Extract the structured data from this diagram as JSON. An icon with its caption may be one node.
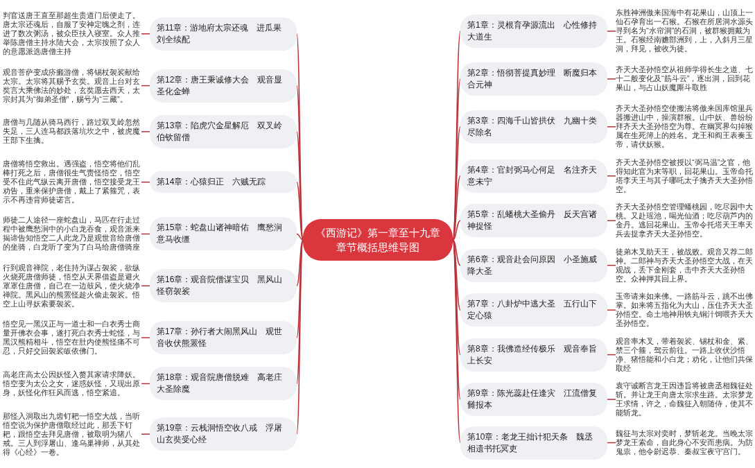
{
  "diagram": {
    "nodes": [
      {
        "text": [
          "《西游记》第一章至十九章章节概括思维导图"
        ]
      },
      {
        "text": [
          "第1章：灵根育孕源流出　心性修持大道生"
        ]
      },
      {
        "text": [
          "东胜神洲傲来国海中有花果山，山顶上一仙石孕育出一石猴。石猴在所居洞水源头寻到名为“水帘洞”的石洞，被群猴拥戴为王。石猴经南赡部洲到，上，入斜月三星洞，拜见，被收为徒。"
        ]
      },
      {
        "text": [
          "第2章：悟彻菩提真妙理　断魔归本合元神"
        ]
      },
      {
        "text": [
          "齐天大圣孙悟空从祖师学得长生之道、七十二般变化及“筋斗云”，逐出洞，回到花果山，与占山妖魔厮斗取胜"
        ]
      },
      {
        "text": [
          "第3章：四海千山皆拱伏　九幽十类尽除名"
        ]
      },
      {
        "text": [
          "齐天大圣孙悟空使搬法将傲来国库馆里兵器搬进山中，操演群猴。山中妖、兽纷纷拜齐天大圣孙悟空为尊。在幽冥界勾掉猴属在生死簿上的姓名。龙王和阎王表奏玉帝，请伏妖猴。"
        ]
      },
      {
        "text": [
          "第4章：官封弼马心何足　名注齐天意未宁"
        ]
      },
      {
        "text": [
          "齐天大圣孙悟空被授以“弼马温”之官，他得知此官为末等职，回花果山。玉帝命托塔李天王与其子哪吒太子擒齐天大圣孙悟空。"
        ]
      },
      {
        "text": [
          "第5章：乱蟠桃大圣偷丹　反天宫诸神捉怪"
        ]
      },
      {
        "text": [
          "齐天大圣孙悟空管理蟠桃园，吃尽园中大桃。又赴瑶池，喝光仙酒；吃尽葫芦内的金丹。逃回花果山。玉帝令托塔天王率天兵去捉拿齐天大圣孙悟空。"
        ]
      },
      {
        "text": [
          "第6章：观音赴会问原因　小圣施威降大圣"
        ]
      },
      {
        "text": [
          "徒弟木叉助天王，被战败。观音又荐二郎神。二郎神与齐天大圣孙悟空大战，在天观战，丢下金刚套，击中齐天大圣孙悟空。众神押其回上界。"
        ]
      },
      {
        "text": [
          "第7章：八卦炉中逃大圣　五行山下定心猿"
        ]
      },
      {
        "text": [
          "玉帝请来如来佛。一路筋斗云，跳不出佛掌。如来将五指化为大山，压住齐天大圣孙悟空。命土地神用铁丸铜汁饲喂齐天大圣孙悟空。"
        ]
      },
      {
        "text": [
          "第8章：我佛造经传极乐　观音奉旨上长安"
        ]
      },
      {
        "text": [
          "观音率木叉，带着袈裟、锡杖和金、紧、禁三个箍，驾云前往。一路上收伏沙悟净、猪悟能和小白龙；劝化，让他们共保取经"
        ]
      },
      {
        "text": [
          "第9章：陈光蕊赴任逢灾　江流僧复雠报本"
        ]
      },
      {
        "text": [
          "袁守诚断言龙王因违旨将被唐丞相魏征处斩。并让龙王向唐太宗求生路。太宗梦龙王求情，许之，命魏征入朝随侍，使其不能斩龙。"
        ]
      },
      {
        "text": [
          "第10章：老龙王拙计犯天条　魏丞相遗书托冥吏"
        ]
      },
      {
        "text": [
          "魏征与太宗对奕时，梦斩老龙。当晚太宗梦龙王索命，自此身心不安而患病。为防鬼祟，他令尉迟恭、秦叔宝夜守宫门。"
        ]
      },
      {
        "text": [
          "第11章：游地府太宗还魂　进瓜果刘全续配"
        ]
      },
      {
        "text": [
          "判官送唐王直至那超生贵道门后便走了。唐太宗还魂后，自服了安神定魄之剂，连进了数次粥汤，被众臣扶入寝室。众人推举陈唐僧主持水陆大会，太宗按照了众人的意愿派选唐僧主持"
        ]
      },
      {
        "text": [
          "第12章：唐王秉诚修大会　观音显圣化金蝉"
        ]
      },
      {
        "text": [
          "观音菩萨变成疥癞游僧，将锡杖袈裟献给太宗。太宗将其赐予玄奘。观音上台对玄奘言大乘佛法的妙处，玄奘愿去西天，太宗封其为“御弟圣僧”，赐号为“三藏”。"
        ]
      },
      {
        "text": [
          "第13章：陷虎穴金星解厄　双叉岭伯钦留僧"
        ]
      },
      {
        "text": [
          "唐僧与几随从骑马西行，路过双叉岭忽然失足，三人连马都跌落坑坎之中，被虎魔王部下生擒。"
        ]
      },
      {
        "text": [
          "第14章：心猿归正　六贼无踪"
        ]
      },
      {
        "text": [
          "唐僧将悟空救出。遇强盗，悟空将他们乱棒打死之后，唐僧很生气责怪悟空，悟空受不住此气纵云离开唐僧，悟空接受龙王劝告，重来保护唐僧，戴上了紧箍咒，表示不再违背师徒诺言。"
        ]
      },
      {
        "text": [
          "第15章：蛇盘山诸神暗佑　鹰愁涧意马收缰"
        ]
      },
      {
        "text": [
          "师徒二人途径一座蛇盘山，马匹在行走过程中被鹰愁涧中的小白龙吞食，观音派来揭谛告知悟空二人此龙乃是观世音给唐僧的坐骑，白龙听了变为了白马给唐僧骑座"
        ]
      },
      {
        "text": [
          "第16章：观音院僧谋宝贝　黑风山怪窃袈裟"
        ]
      },
      {
        "text": [
          "行到观音禅院，老住持为谋占袈裟，欲纵火烧死唐僧师徒，悟空从天界借盗是避火罩罩住唐僧，自己在一边鼓风，使火烧净禅院。黑风山的熊罴怪趁火偷走袈裟。悟空上山寻妖索要袈裟。"
        ]
      },
      {
        "text": [
          "第17章：孙行者大闹黑风山　观世音收伏熊罴怪"
        ]
      },
      {
        "text": [
          "悟空见一黑汉正与一道士和一白衣秀士商量开佛衣会事，遂打死白衣秀士蛇怪，与黑汉熊精相斗，悟空在肚内使熊怪痛不可忍，只好交回袈裟皈依佛门。"
        ]
      },
      {
        "text": [
          "第18章：观音院唐僧脱难　高老庄大圣除魔"
        ]
      },
      {
        "text": [
          "高老庄高太公因妖怪入赘其家请求降妖。悟空变为太公之女，迷惑妖怪，又现出原身，妖怪化作狂风而逃，悟空紧追。"
        ]
      },
      {
        "text": [
          "第19章：云栈洞悟空收八戒　浮屠山玄奘受心经"
        ]
      },
      {
        "text": [
          "那怪入洞取出九齿钉耙一悟空大战，当听悟空说为保护唐僧取经过此，那丢下钉耙，跟悟空去拜见唐僧，被取明为猪八戒。三人到浮屠山、逢乌巢禅师，从其处得《心经》一卷。"
        ]
      }
    ],
    "edges": [
      {
        "from": 0,
        "to": 1,
        "arrow": "none"
      },
      {
        "from": 1,
        "to": 2,
        "arrow": "none"
      },
      {
        "from": 0,
        "to": 3,
        "arrow": "none"
      },
      {
        "from": 3,
        "to": 4,
        "arrow": "none"
      },
      {
        "from": 0,
        "to": 5,
        "arrow": "none"
      },
      {
        "from": 5,
        "to": 6,
        "arrow": "none"
      },
      {
        "from": 0,
        "to": 7,
        "arrow": "none"
      },
      {
        "from": 7,
        "to": 8,
        "arrow": "none"
      },
      {
        "from": 0,
        "to": 9,
        "arrow": "none"
      },
      {
        "from": 9,
        "to": 10,
        "arrow": "none"
      },
      {
        "from": 0,
        "to": 11,
        "arrow": "none"
      },
      {
        "from": 11,
        "to": 12,
        "arrow": "none"
      },
      {
        "from": 0,
        "to": 13,
        "arrow": "none"
      },
      {
        "from": 13,
        "to": 14,
        "arrow": "none"
      },
      {
        "from": 0,
        "to": 15,
        "arrow": "none"
      },
      {
        "from": 15,
        "to": 16,
        "arrow": "none"
      },
      {
        "from": 0,
        "to": 17,
        "arrow": "none"
      },
      {
        "from": 17,
        "to": 18,
        "arrow": "none"
      },
      {
        "from": 0,
        "to": 19,
        "arrow": "none"
      },
      {
        "from": 19,
        "to": 20,
        "arrow": "none"
      },
      {
        "from": 0,
        "to": 21,
        "arrow": "none"
      },
      {
        "from": 21,
        "to": 22,
        "arrow": "none"
      },
      {
        "from": 0,
        "to": 23,
        "arrow": "none"
      },
      {
        "from": 23,
        "to": 24,
        "arrow": "none"
      },
      {
        "from": 0,
        "to": 25,
        "arrow": "none"
      },
      {
        "from": 25,
        "to": 26,
        "arrow": "none"
      },
      {
        "from": 0,
        "to": 27,
        "arrow": "none"
      },
      {
        "from": 27,
        "to": 28,
        "arrow": "none"
      },
      {
        "from": 0,
        "to": 29,
        "arrow": "none"
      },
      {
        "from": 29,
        "to": 30,
        "arrow": "none"
      },
      {
        "from": 0,
        "to": 31,
        "arrow": "none"
      },
      {
        "from": 31,
        "to": 32,
        "arrow": "none"
      },
      {
        "from": 0,
        "to": 33,
        "arrow": "none"
      },
      {
        "from": 33,
        "to": 34,
        "arrow": "none"
      },
      {
        "from": 0,
        "to": 35,
        "arrow": "none"
      },
      {
        "from": 35,
        "to": 36,
        "arrow": "none"
      },
      {
        "from": 0,
        "to": 37,
        "arrow": "none"
      },
      {
        "from": 37,
        "to": 38,
        "arrow": "none"
      }
    ]
  }
}
